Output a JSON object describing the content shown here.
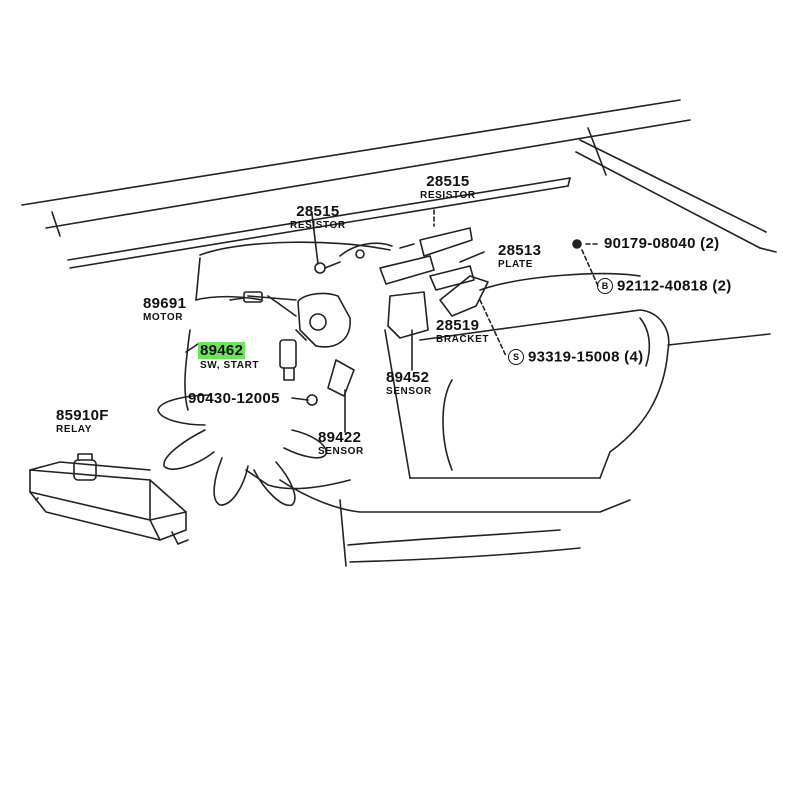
{
  "parts": [
    {
      "id": "p28515a",
      "number": "28515",
      "name": "RESISTOR"
    },
    {
      "id": "p28515b",
      "number": "28515",
      "name": "RESISTOR"
    },
    {
      "id": "p28513",
      "number": "28513",
      "name": "PLATE"
    },
    {
      "id": "p89691",
      "number": "89691",
      "name": "MOTOR"
    },
    {
      "id": "p28519",
      "number": "28519",
      "name": "BRACKET"
    },
    {
      "id": "p89462",
      "number": "89462",
      "name": "SW, START",
      "highlighted": true,
      "highlight_color": "#6be35a"
    },
    {
      "id": "p89452",
      "number": "89452",
      "name": "SENSOR"
    },
    {
      "id": "p90430",
      "number": "90430-12005",
      "name": ""
    },
    {
      "id": "p85910",
      "number": "85910F",
      "name": "RELAY"
    },
    {
      "id": "p89422",
      "number": "89422",
      "name": "SENSOR"
    },
    {
      "id": "p90179",
      "number": "90179-08040 (2)",
      "name": "",
      "symbol": "filled-dot-icon"
    },
    {
      "id": "p92112",
      "number": "92112-40818 (2)",
      "name": "",
      "symbol": "circled-b-icon",
      "symbol_text": "B"
    },
    {
      "id": "p93319",
      "number": "93319-15008 (4)",
      "name": "",
      "symbol": "circled-s-icon",
      "symbol_text": "S"
    }
  ]
}
